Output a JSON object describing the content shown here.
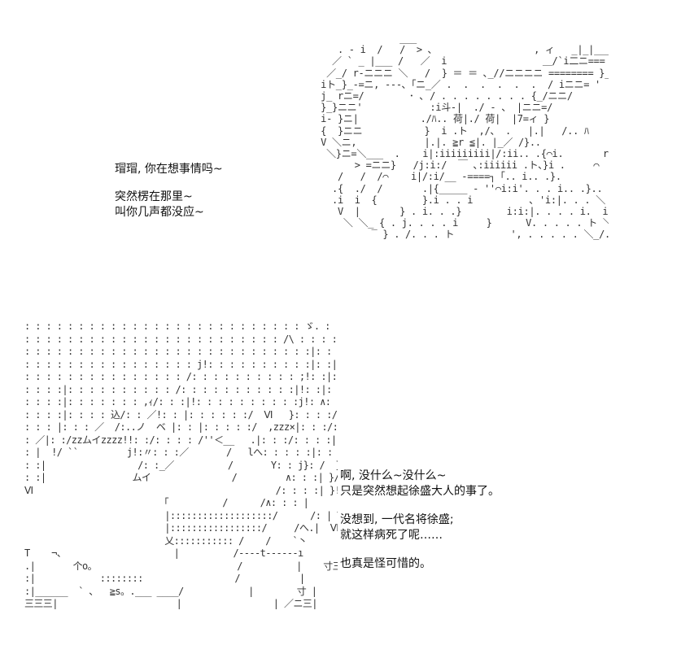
{
  "speech_top": {
    "line1": "瑁瑁, 你在想事情吗~",
    "line2": "突然楞在那里~",
    "line3": "叫你几声都没应~"
  },
  "speech_bottom": {
    "line1": "啊, 没什么~没什么~",
    "line2": "只是突然想起徐盛大人的事了。",
    "line3": "没想到, 一代名将徐盛;",
    "line4": "就这样病死了呢……",
    "line5": "也真是怪可惜的。"
  },
  "art_top": "                         ___                                   ________\n              . - i  /   /  > ､                  , ィ   _|_|___/ _|-- ､\n             ／ ` _ |___ /   ／  i                 ＿/`i二ニ=== ＼ __人\n            ／_/ r-ニニニ ＼   /  } ＝ ＝ ､_//ニニニニ ======== }______》\n           iト_}_-=ニ, ---､「ニ_／ .  .  .  .  .  .  / iニニ= '       ＼ニ{___}\n           j_ rニ=/        ･ ､ / . . . . . . . . {_/ニニ/              . V ＼__}\n           }_}ニニ'            :i斗‐|  ./ ‐ 、 |ニニ=/                  }ニ/___}\n           i- }ニ|           ./ﾊ.. 荷|./ 荷|  |7=ィ }                   /ニ/ __}\n           {  }ニニ           }  i .ト  ,/、 .   |.|   /.. ﾊ                /ニ/＼_/\n           V ＼ニ,            |.|. ≧r ≦|. |_／ /}..              ,/ニニ「＼__/\n            ＼}ニ=＼___  .    i|:iiiiiiiii|/:ii.. .{⌒i.       r‐=ニニニ「 ＼___/\n                 > =ニニ}   /j:i:/  ￣ ､:iiiiii .ト､}i .     ⌒     ＼___/\n              /   /  /⌒    i|/:i/__ -====┐「.. i.. .}.               ＼--}\n             .{  ./  /       .|{_____ - ''⌒i:i'. . . i.. .}..               }__}\n             .i  i  {        }.i . . i          ､ 'i:|. . . ＼ (＂)            /  }\n              V  |       } . i. . .}        i:i:|. . . . i.  iil{. .        ／ ＼ /\n               ＼ ＼_ { . j. . . . i     }      V. . . . . ト ＼ ` ‐ ''i _ /\n                    ‾ } . /. . . ト          ', . . . . . ＼_/. .",
  "art_bottom": ": : : : : : : : : : : : : : : : : : : : : : : : : : ゞ. : : : : : : : : : : : : V\n: : : : : : : : : : : : : : : : : : : : : : : : /\\ : : : : : : : : : : : : : : : V\n: : : : : : : : : : : : : : : : : : : : : : : : : : :|: : : : : : : : : : : : : : V\n: : : : : : : : : : : : : : : : j!: : : : : : : : : :|: :|: : : : : : : : : : : : : V\n: : : : : : : : : : : : : : : /: : : : : : : : : : ;!: :|: : : : : : |: : : : : : : : V\n: : : :|: : : : : : : : : : /: : : : : : : : : : :|!: :|: : : : : : |: : : : : : : : V\n: : : :|: : : : : : : ,ｨ/: : :|!: : : : : : : : : :j!: ∧: : : : :|!: : : : : : : : : V\n: : : :|: : : : 込/: : ／!: : |: : : : : :/  Ⅵ   }: : : :/: : : : : : : : : : : : 〉\n: : : |: : : ／  /:..ノ  ベ |: : |: : : : :/  ,zzz×|: : :/: : : : : : :}: : : : :/\n: ／|: :/zzムイzzzz!!: :/: : : : /''＜__   .|: : :/: : : :|: : : :|: : : /\n: |  !/ ``         j!:〃: : :／       /   lへ: : : : :|: :  λ: : :{\n: :|                 /: :_／          /       Y: : j}: /  }: :|\n: :|                ムイ               /         ∧: : :| }/   .}:/\nⅥ                                             /: : : :| }!    ´\n                         「          /      /∧: : : |\n                          |:::::::::::::::::::/      /: | Ⅵ: |\n                          |:::::::::::::::::/     /へ.|  Ⅵ!\n                          乂::::::::::: /    /    `丶\nT    ¬、                    |          /----t------ı\n.|       个o。                          /          |    寸三!\n:|            ::::::::                 /           |       寸 |\n:|______  ` ､   ≧s。.___ ____/            |        寸 |\n三三三|                      |                 | ／ニ三|"
}
